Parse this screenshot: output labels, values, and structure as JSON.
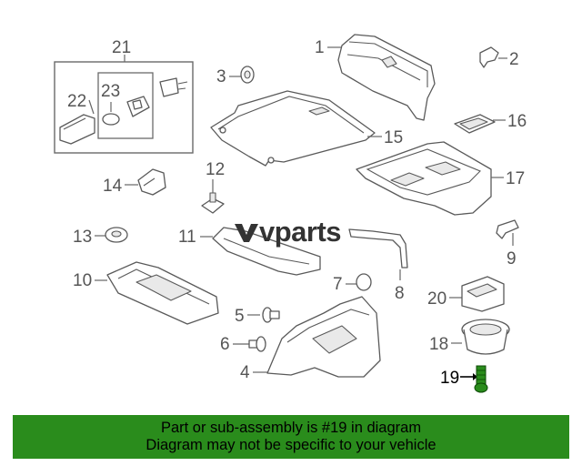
{
  "callouts": {
    "c1": "1",
    "c2": "2",
    "c3": "3",
    "c4": "4",
    "c5": "5",
    "c6": "6",
    "c7": "7",
    "c8": "8",
    "c9": "9",
    "c10": "10",
    "c11": "11",
    "c12": "12",
    "c13": "13",
    "c14": "14",
    "c15": "15",
    "c16": "16",
    "c17": "17",
    "c18": "18",
    "c19": "19",
    "c20": "20",
    "c21": "21",
    "c22": "22",
    "c23": "23"
  },
  "highlight_part": "19",
  "highlight_color": "#2a8c1c",
  "watermark": "vparts",
  "banner": {
    "line1": "Part or sub-assembly is #19 in diagram",
    "line2": "Diagram may not be specific to your vehicle",
    "background": "#2a8c1c"
  }
}
